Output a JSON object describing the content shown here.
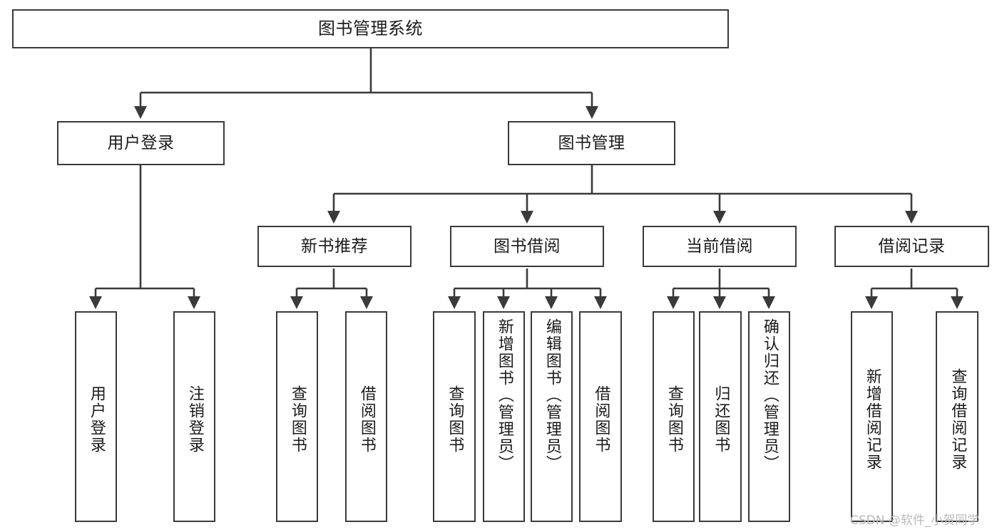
{
  "diagram": {
    "title": "图书管理系统",
    "type": "tree",
    "watermark": "CSDN @软件_小贺同学",
    "colors": {
      "stroke": "#3a3a3a",
      "text": "#1b1b1b",
      "background": "#ffffff",
      "watermark": "#b9b9b9"
    },
    "root": {
      "label": "图书管理系统"
    },
    "level2": [
      {
        "label": "用户登录"
      },
      {
        "label": "图书管理"
      }
    ],
    "level3": [
      {
        "label": "新书推荐"
      },
      {
        "label": "图书借阅"
      },
      {
        "label": "当前借阅"
      },
      {
        "label": "借阅记录"
      }
    ],
    "leaves_user_login": [
      {
        "label": "用户登录"
      },
      {
        "label": "注销登录"
      }
    ],
    "leaves_new_book": [
      {
        "label": "查询图书"
      },
      {
        "label": "借阅图书"
      }
    ],
    "leaves_borrow": [
      {
        "label": "查询图书"
      },
      {
        "label": "新增图书（管理员）"
      },
      {
        "label": "编辑图书（管理员）"
      },
      {
        "label": "借阅图书"
      }
    ],
    "leaves_current": [
      {
        "label": "查询图书"
      },
      {
        "label": "归还图书"
      },
      {
        "label": "确认归还（管理员）"
      }
    ],
    "leaves_records": [
      {
        "label": "新增借阅记录"
      },
      {
        "label": "查询借阅记录"
      }
    ]
  }
}
